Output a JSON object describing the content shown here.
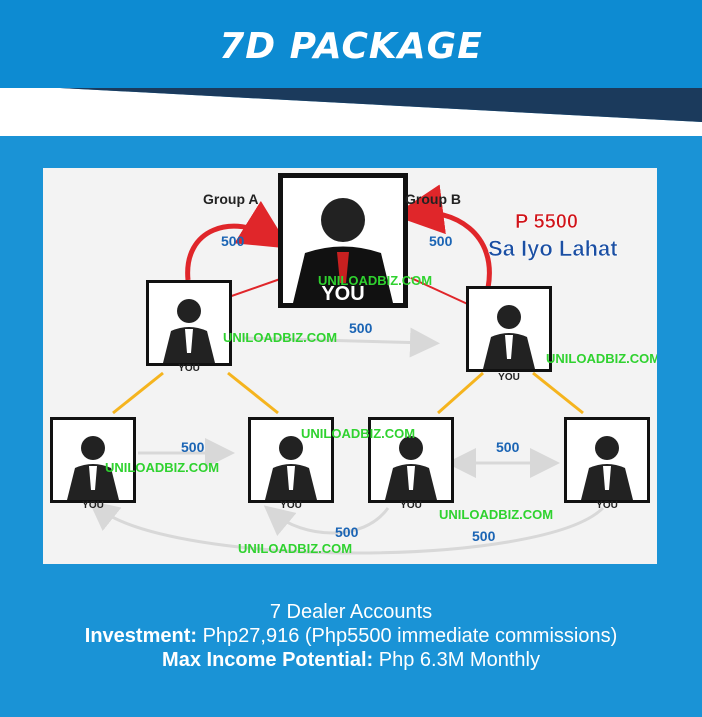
{
  "header": {
    "title": "7D PACKAGE"
  },
  "diagram": {
    "group_a_label": "Group A",
    "group_b_label": "Group B",
    "top_label": "YOU",
    "node_label": "YOU",
    "promo_amount": "P 5500",
    "promo_text": "Sa Iyo Lahat",
    "amount": "500",
    "site_watermark": "UNILOADBIZ.COM"
  },
  "caption": {
    "line1": "7 Dealer Accounts",
    "investment_label": "Investment:",
    "investment_value": " Php27,916 (Php5500 immediate commissions)",
    "income_label": "Max Income Potential:",
    "income_value": " Php 6.3M Monthly"
  },
  "colors": {
    "header_bg": "#0d8bd2",
    "page_bg": "#1a93d6",
    "diagram_bg": "#f3f3f3",
    "red_line": "#e0262a",
    "yellow_line": "#f5b41e",
    "label_blue": "#1a64b4",
    "watermark_green": "#2fd22f"
  }
}
